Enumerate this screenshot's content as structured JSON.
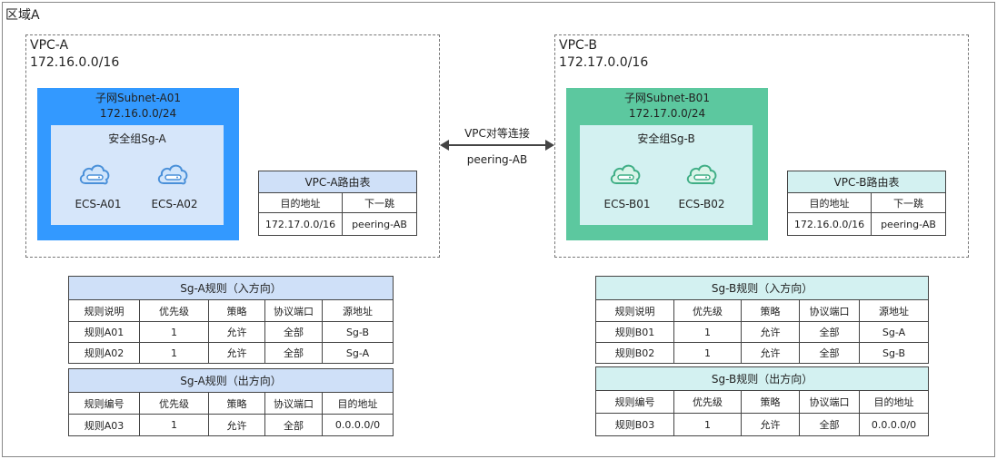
{
  "region": {
    "title": "区域A"
  },
  "vpc_a": {
    "name": "VPC-A",
    "cidr": "172.16.0.0/16",
    "subnet": {
      "name": "子网Subnet-A01",
      "cidr": "172.16.0.0/24",
      "security_group": "安全组Sg-A",
      "ecs": [
        "ECS-A01",
        "ECS-A02"
      ]
    },
    "route_table": {
      "title": "VPC-A路由表",
      "headers": [
        "目的地址",
        "下一跳"
      ],
      "rows": [
        [
          "172.17.0.0/16",
          "peering-AB"
        ]
      ]
    }
  },
  "vpc_b": {
    "name": "VPC-B",
    "cidr": "172.17.0.0/16",
    "subnet": {
      "name": "子网Subnet-B01",
      "cidr": "172.17.0.0/24",
      "security_group": "安全组Sg-B",
      "ecs": [
        "ECS-B01",
        "ECS-B02"
      ]
    },
    "route_table": {
      "title": "VPC-B路由表",
      "headers": [
        "目的地址",
        "下一跳"
      ],
      "rows": [
        [
          "172.16.0.0/16",
          "peering-AB"
        ]
      ]
    }
  },
  "peering": {
    "label": "VPC对等连接",
    "name": "peering-AB"
  },
  "sg_a_rules": {
    "inbound_title": "Sg-A规则（入方向）",
    "inbound_headers": [
      "规则说明",
      "优先级",
      "策略",
      "协议端口",
      "源地址"
    ],
    "inbound_rows": [
      [
        "规则A01",
        "1",
        "允许",
        "全部",
        "Sg-B"
      ],
      [
        "规则A02",
        "1",
        "允许",
        "全部",
        "Sg-A"
      ]
    ],
    "outbound_title": "Sg-A规则（出方向）",
    "outbound_headers": [
      "规则编号",
      "优先级",
      "策略",
      "协议端口",
      "目的地址"
    ],
    "outbound_rows": [
      [
        "规则A03",
        "1",
        "允许",
        "全部",
        "0.0.0.0/0"
      ]
    ]
  },
  "sg_b_rules": {
    "inbound_title": "Sg-B规则（入方向）",
    "inbound_headers": [
      "规则说明",
      "优先级",
      "策略",
      "协议端口",
      "源地址"
    ],
    "inbound_rows": [
      [
        "规则B01",
        "1",
        "允许",
        "全部",
        "Sg-A"
      ],
      [
        "规则B02",
        "1",
        "允许",
        "全部",
        "Sg-B"
      ]
    ],
    "outbound_title": "Sg-B规则（出方向）",
    "outbound_headers": [
      "规则编号",
      "优先级",
      "策略",
      "协议端口",
      "目的地址"
    ],
    "outbound_rows": [
      [
        "规则B03",
        "1",
        "允许",
        "全部",
        "0.0.0.0/0"
      ]
    ]
  },
  "colors": {
    "subnet_a": "#3399ff",
    "sg_a": "#d6e6fa",
    "subnet_b": "#5cc89f",
    "sg_b": "#d3f1f1",
    "cloud_a": "#4a90d9",
    "cloud_b": "#3fae86"
  }
}
